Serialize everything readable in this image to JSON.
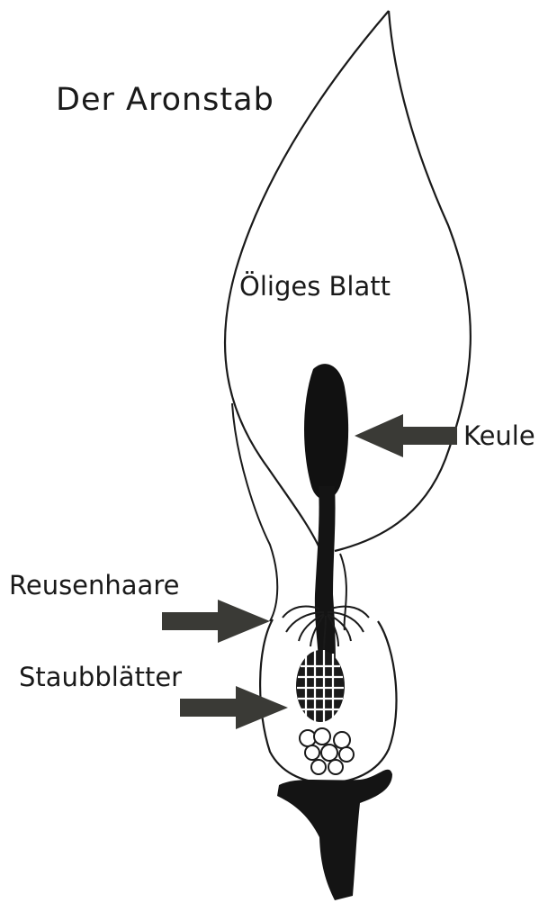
{
  "title": "Der Aronstab",
  "labels": {
    "blatt": "Öliges Blatt",
    "keule": "Keule",
    "reusenhaare": "Reusenhaare",
    "staubblaetter": "Staubblätter"
  },
  "colors": {
    "ink": "#1a1a1a",
    "arrow": "#3a3a36",
    "paper": "#ffffff"
  }
}
